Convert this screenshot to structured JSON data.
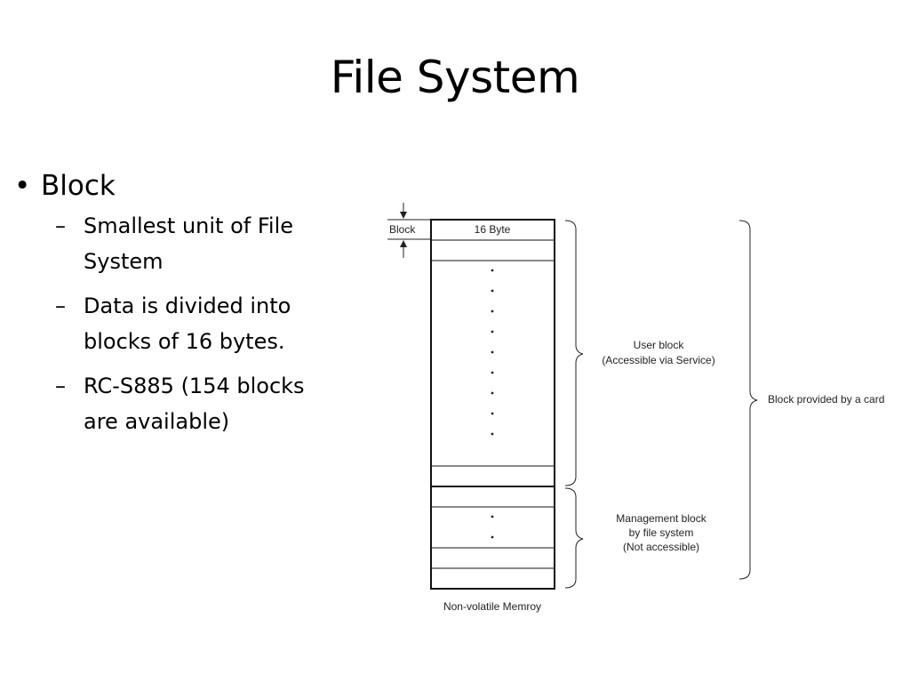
{
  "slide": {
    "title": "File System"
  },
  "bullets": {
    "main": "Block",
    "sub": [
      "Smallest unit of File System",
      "Data is divided into blocks of 16 bytes.",
      "RC-S885 (154 blocks are available)"
    ]
  },
  "diagram": {
    "block_label": "Block",
    "first_row_label": "16 Byte",
    "user_block_line1": "User block",
    "user_block_line2": "(Accessible via Service)",
    "management_line1": "Management block",
    "management_line2": "by file system",
    "management_line3": "(Not accessible)",
    "card_label": "Block provided by a card",
    "memory_label": "Non-volatile Memroy"
  }
}
